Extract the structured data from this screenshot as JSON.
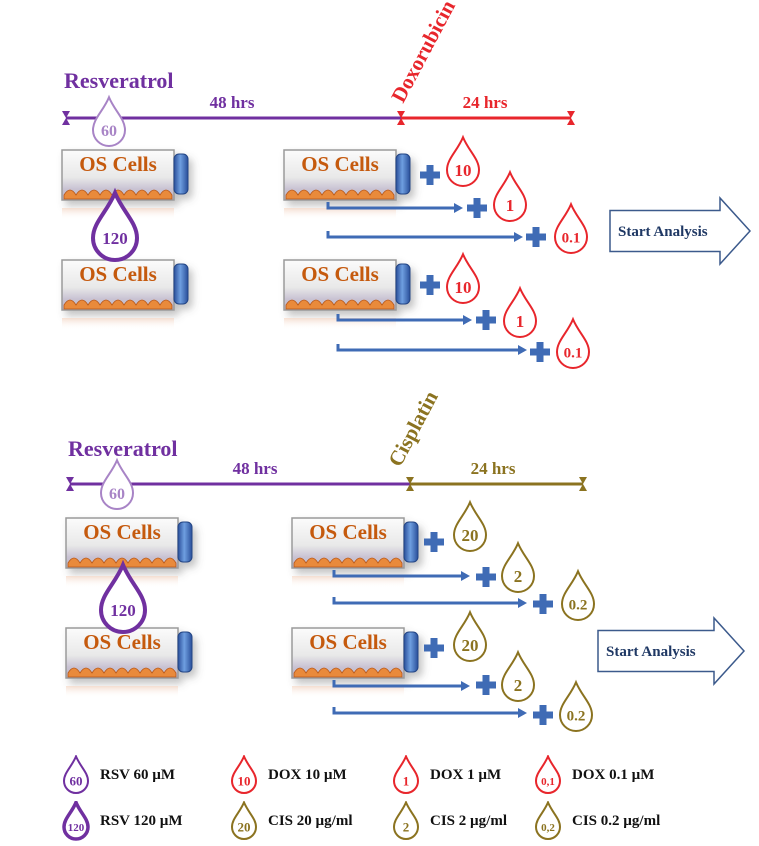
{
  "colors": {
    "rsv": "#7030A0",
    "dox": "#E8262C",
    "cis": "#8B7320",
    "arrow": "#3F6BB5",
    "plus": "#3F6BB5",
    "cell_text": "#C55A11",
    "analysis_text": "#1F3864"
  },
  "panels": [
    {
      "pretreatment_label": "Resveratrol",
      "pretreatment_duration": "48 hrs",
      "drug_label": "Doxorubicin",
      "drug_duration": "24 hrs",
      "drug_color": "dox",
      "rsv_doses": [
        "60",
        "120"
      ],
      "rows": [
        {
          "cell_label": "OS Cells",
          "doses": [
            "10",
            "1",
            "0.1"
          ]
        },
        {
          "cell_label": "OS Cells",
          "doses": [
            "10",
            "1",
            "0.1"
          ]
        }
      ],
      "left_cells": [
        "OS Cells",
        "OS Cells"
      ],
      "analysis_label": "Start Analysis"
    },
    {
      "pretreatment_label": "Resveratrol",
      "pretreatment_duration": "48 hrs",
      "drug_label": "Cisplatin",
      "drug_duration": "24 hrs",
      "drug_color": "cis",
      "rsv_doses": [
        "60",
        "120"
      ],
      "rows": [
        {
          "cell_label": "OS Cells",
          "doses": [
            "20",
            "2",
            "0.2"
          ]
        },
        {
          "cell_label": "OS Cells",
          "doses": [
            "20",
            "2",
            "0.2"
          ]
        }
      ],
      "left_cells": [
        "OS Cells",
        "OS Cells"
      ],
      "analysis_label": "Start Analysis"
    }
  ],
  "legend": [
    [
      {
        "drop": "60",
        "color": "rsv",
        "text": "RSV 60 µM"
      },
      {
        "drop": "10",
        "color": "dox",
        "text": "DOX 10 µM"
      },
      {
        "drop": "1",
        "color": "dox",
        "text": "DOX 1 µM"
      },
      {
        "drop": "0,1",
        "color": "dox",
        "text": "DOX 0.1 µM"
      }
    ],
    [
      {
        "drop": "120",
        "color": "rsv",
        "text": "RSV 120 µM",
        "thick": true
      },
      {
        "drop": "20",
        "color": "cis",
        "text": "CIS 20 µg/ml"
      },
      {
        "drop": "2",
        "color": "cis",
        "text": "CIS 2 µg/ml"
      },
      {
        "drop": "0,2",
        "color": "cis",
        "text": "CIS 0.2 µg/ml"
      }
    ]
  ]
}
